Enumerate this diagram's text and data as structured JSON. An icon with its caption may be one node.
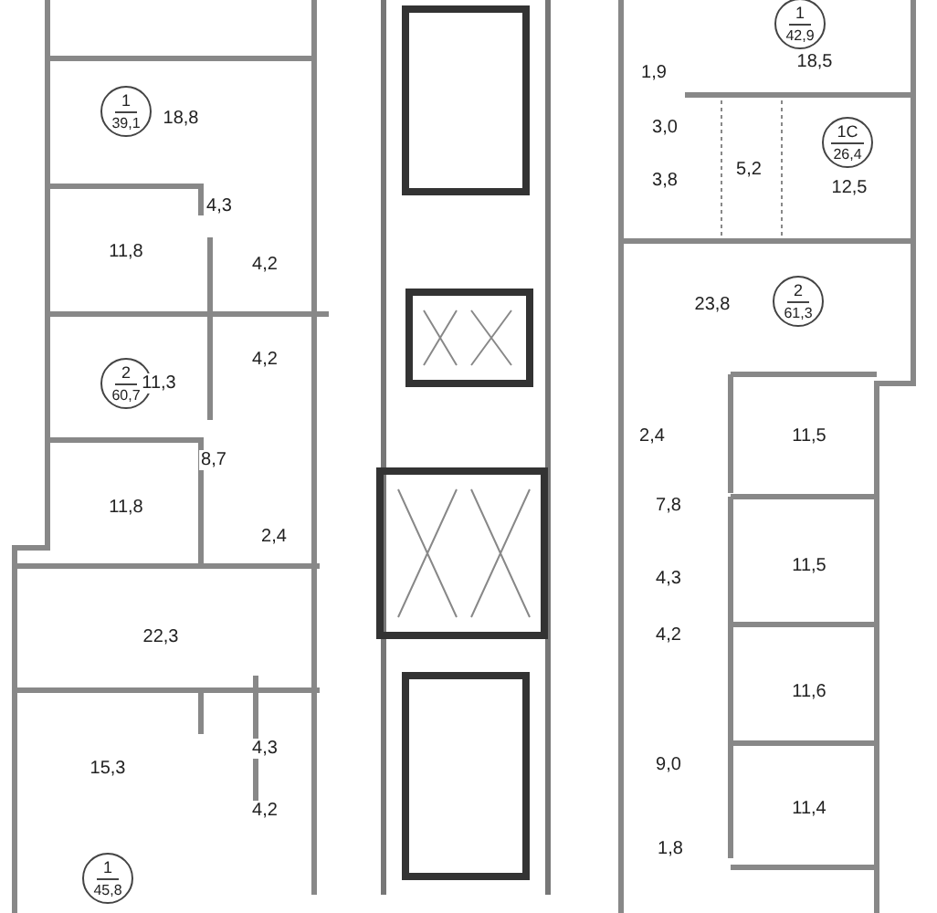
{
  "diagram": {
    "nodes": [
      {
        "text": [
          "1",
          "39,1"
        ]
      },
      {
        "text": [
          "2",
          "60,7"
        ]
      },
      {
        "text": [
          "1",
          "45,8"
        ]
      },
      {
        "text": [
          "1",
          "42,9"
        ]
      },
      {
        "text": [
          "1C",
          "26,4"
        ]
      },
      {
        "text": [
          "2",
          "61,3"
        ]
      }
    ],
    "labels": [
      "18,8",
      "4,3",
      "11,8",
      "4,2",
      "4,2",
      "11,3",
      "8,7",
      "11,8",
      "2,4",
      "22,3",
      "4,3",
      "15,3",
      "4,2",
      "1,9",
      "18,5",
      "3,0",
      "3,8",
      "5,2",
      "12,5",
      "23,8",
      "2,4",
      "11,5",
      "7,8",
      "4,3",
      "11,5",
      "4,2",
      "11,6",
      "9,0",
      "11,4",
      "1,8"
    ]
  }
}
